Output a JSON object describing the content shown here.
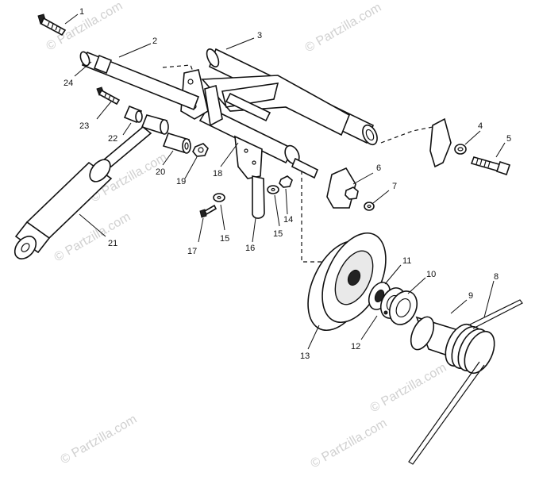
{
  "watermark": "© Partzilla.com",
  "callouts": [
    "1",
    "2",
    "3",
    "4",
    "5",
    "6",
    "7",
    "8",
    "9",
    "10",
    "11",
    "12",
    "13",
    "14",
    "15",
    "15",
    "16",
    "17",
    "18",
    "19",
    "20",
    "21",
    "22",
    "23",
    "24"
  ]
}
